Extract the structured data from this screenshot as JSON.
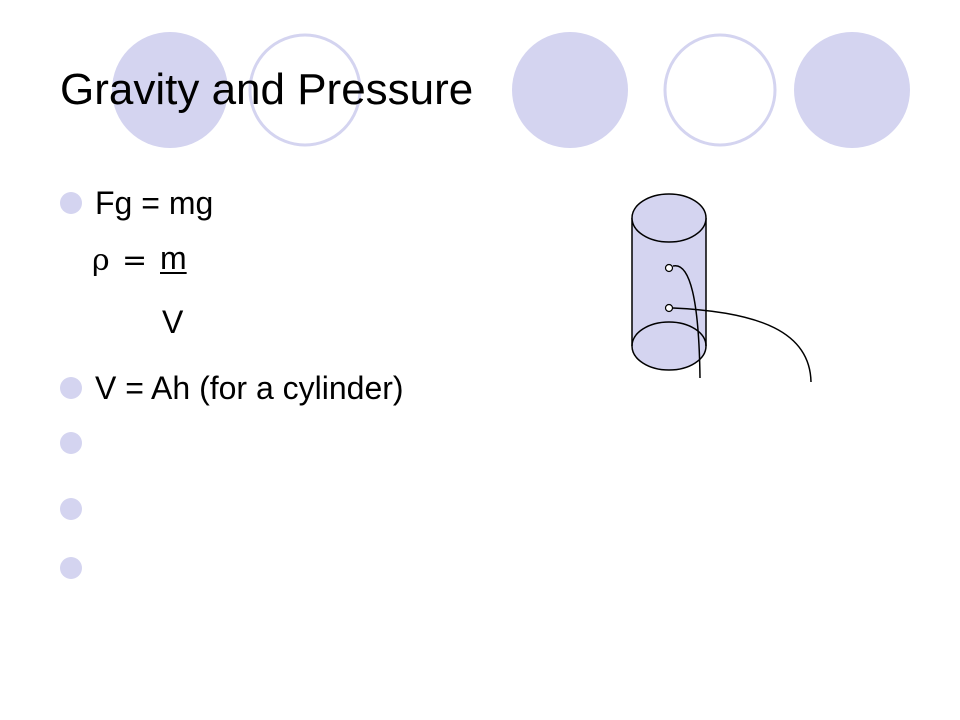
{
  "slide": {
    "title": "Gravity and Pressure",
    "bullets": [
      "Fg = mg",
      "V = Ah (for a cylinder)",
      "",
      "",
      ""
    ],
    "density_formula": {
      "symbol": "ρ",
      "equals": "=",
      "numerator": "m",
      "denominator": "V"
    }
  },
  "theme": {
    "accent_color": "#d4d4f0",
    "text_color": "#000000",
    "background_color": "#ffffff"
  },
  "icons": {
    "bullet": "lavender-circle-bullet",
    "diagram": "cylinder-with-pressure-probes"
  }
}
